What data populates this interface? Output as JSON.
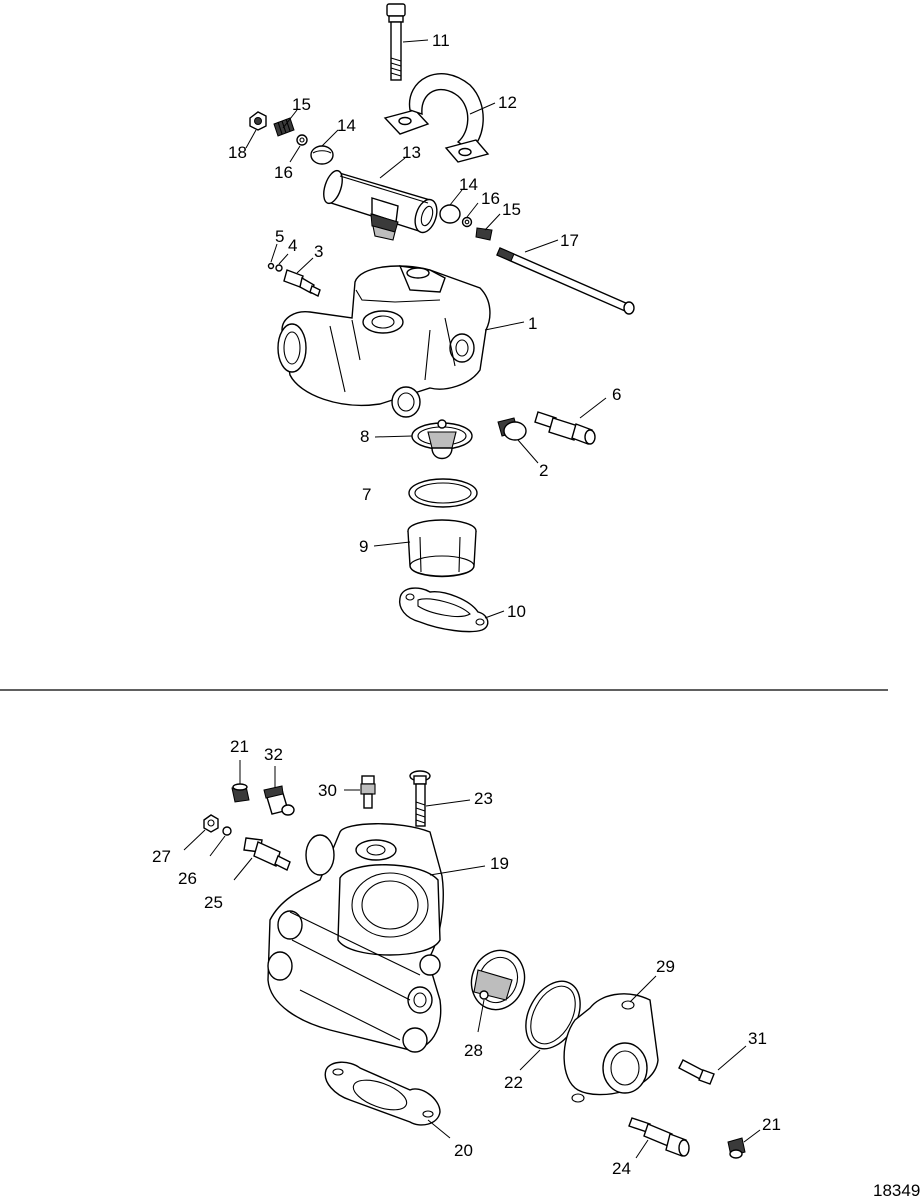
{
  "figure_id": "18349",
  "top_assembly": {
    "callouts": [
      {
        "key": "c11",
        "label": "11"
      },
      {
        "key": "c12",
        "label": "12"
      },
      {
        "key": "c15a",
        "label": "15"
      },
      {
        "key": "c14a",
        "label": "14"
      },
      {
        "key": "c18",
        "label": "18"
      },
      {
        "key": "c16a",
        "label": "16"
      },
      {
        "key": "c13",
        "label": "13"
      },
      {
        "key": "c14b",
        "label": "14"
      },
      {
        "key": "c16b",
        "label": "16"
      },
      {
        "key": "c15b",
        "label": "15"
      },
      {
        "key": "c5",
        "label": "5"
      },
      {
        "key": "c4",
        "label": "4"
      },
      {
        "key": "c3",
        "label": "3"
      },
      {
        "key": "c17",
        "label": "17"
      },
      {
        "key": "c1",
        "label": "1"
      },
      {
        "key": "c6",
        "label": "6"
      },
      {
        "key": "c8",
        "label": "8"
      },
      {
        "key": "c2",
        "label": "2"
      },
      {
        "key": "c7",
        "label": "7"
      },
      {
        "key": "c9",
        "label": "9"
      },
      {
        "key": "c10",
        "label": "10"
      }
    ]
  },
  "bottom_assembly": {
    "callouts": [
      {
        "key": "c21a",
        "label": "21"
      },
      {
        "key": "c32",
        "label": "32"
      },
      {
        "key": "c30",
        "label": "30"
      },
      {
        "key": "c23",
        "label": "23"
      },
      {
        "key": "c27",
        "label": "27"
      },
      {
        "key": "c26",
        "label": "26"
      },
      {
        "key": "c25",
        "label": "25"
      },
      {
        "key": "c19",
        "label": "19"
      },
      {
        "key": "c29",
        "label": "29"
      },
      {
        "key": "c31",
        "label": "31"
      },
      {
        "key": "c28",
        "label": "28"
      },
      {
        "key": "c22",
        "label": "22"
      },
      {
        "key": "c20",
        "label": "20"
      },
      {
        "key": "c21b",
        "label": "21"
      },
      {
        "key": "c24",
        "label": "24"
      }
    ]
  }
}
